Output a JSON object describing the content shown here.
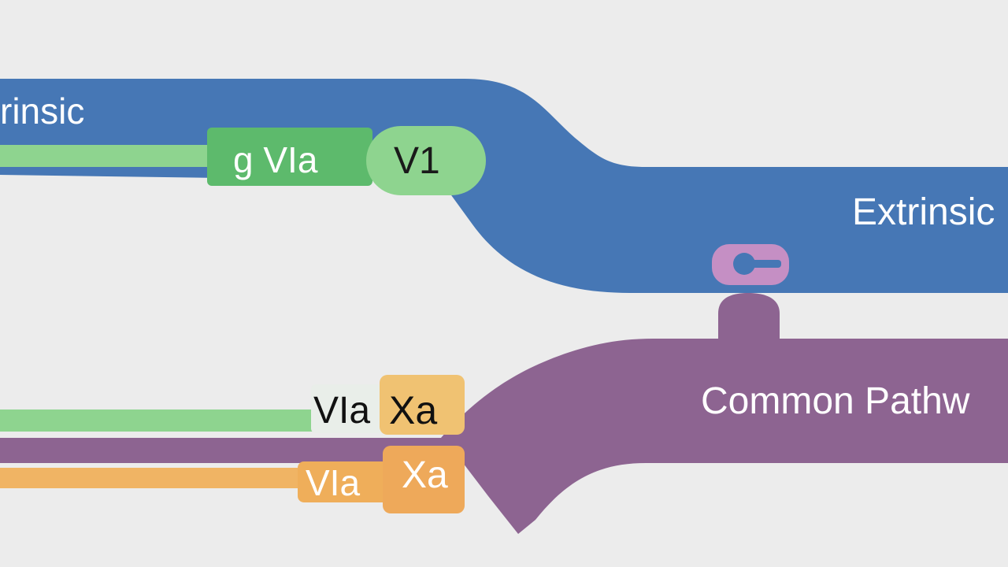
{
  "diagram": {
    "top_pathway_label": "rinsic",
    "extrinsic_label": "Extrinsic",
    "common_pathway_label": "Common Pathw",
    "nodes": {
      "top_green_box": "g VIa",
      "top_green_pill": "V1",
      "mid_factor": "VIa",
      "mid_orange_box": "Xa",
      "bottom_factor": "VIa",
      "bottom_orange_box": "Xa"
    },
    "colors": {
      "background": "#ececec",
      "extrinsic_blue": "#4677b5",
      "common_purple": "#8d6491",
      "green_dark": "#5dba6c",
      "green_light": "#8ed48f",
      "orange": "#f0b464",
      "connector_pink": "#c58fc4"
    }
  }
}
